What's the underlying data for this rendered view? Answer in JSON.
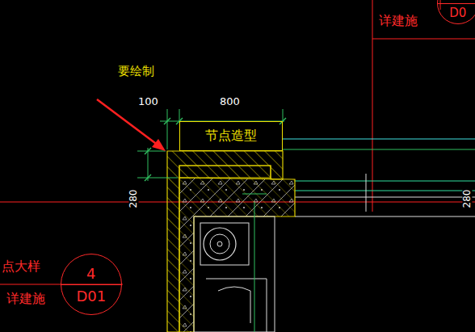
{
  "diagram": {
    "nodes": [
      {
        "text": [
          "节点造型"
        ]
      },
      {
        "text": [
          "4",
          "D01"
        ]
      },
      {
        "text": [
          "D0"
        ]
      }
    ],
    "labels": [
      "要绘制",
      "100",
      "800",
      "280",
      "280",
      "点大样",
      "详建施",
      "详建施"
    ]
  }
}
